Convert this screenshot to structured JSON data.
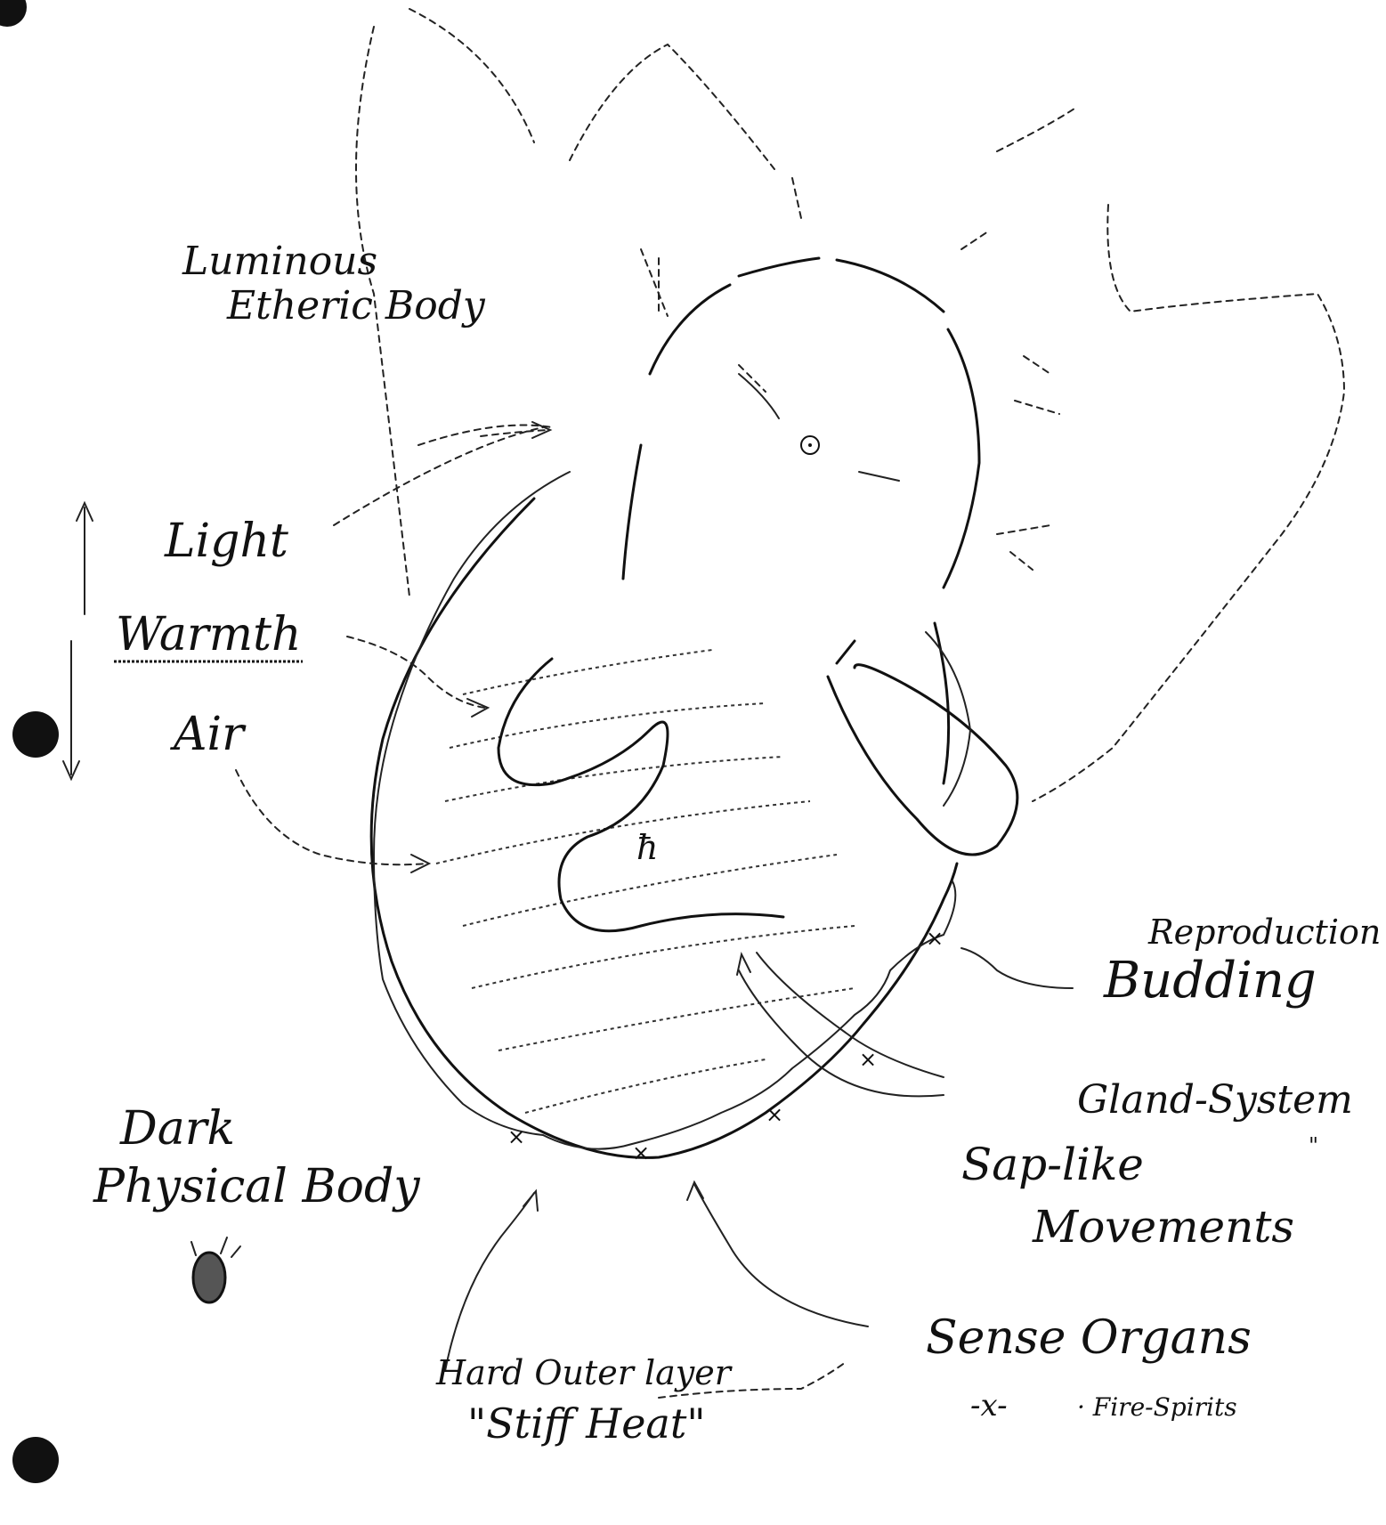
{
  "labels": {
    "luminous": "Luminous",
    "etheric_body": "Etheric Body",
    "light": "Light",
    "warmth": "Warmth",
    "air": "Air",
    "dark": "Dark",
    "physical_body": "Physical Body",
    "reproduction": "Reproduction",
    "budding": "Budding",
    "gland_system": "Gland-System",
    "sap_like": "Sap-like",
    "movements": "Movements",
    "sense_organs": "Sense Organs",
    "sense_marker": "-x-",
    "fire_spirits": "· Fire-Spirits",
    "hard_outer_layer": "Hard Outer layer",
    "stiff_heat": "\"Stiff Heat\"",
    "saturn_symbol": "ħ",
    "ditto": "\""
  }
}
